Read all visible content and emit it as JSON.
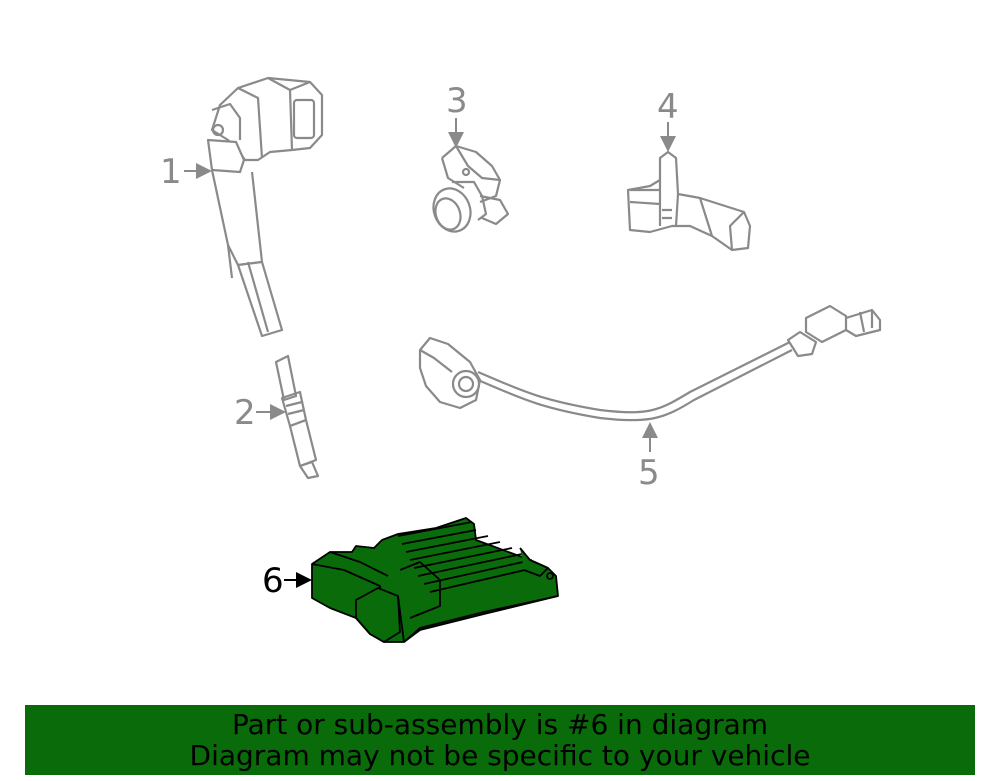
{
  "callouts": [
    {
      "id": "1",
      "label": "1"
    },
    {
      "id": "2",
      "label": "2"
    },
    {
      "id": "3",
      "label": "3"
    },
    {
      "id": "4",
      "label": "4"
    },
    {
      "id": "5",
      "label": "5"
    },
    {
      "id": "6",
      "label": "6"
    }
  ],
  "highlighted_part": "6",
  "banner": {
    "line1": "Part or sub-assembly is #6 in diagram",
    "line2": "Diagram may not be specific to your vehicle"
  },
  "colors": {
    "highlight": "#0a6b0a",
    "outline": "#8a8a8a",
    "banner": "#0a6b0a"
  }
}
